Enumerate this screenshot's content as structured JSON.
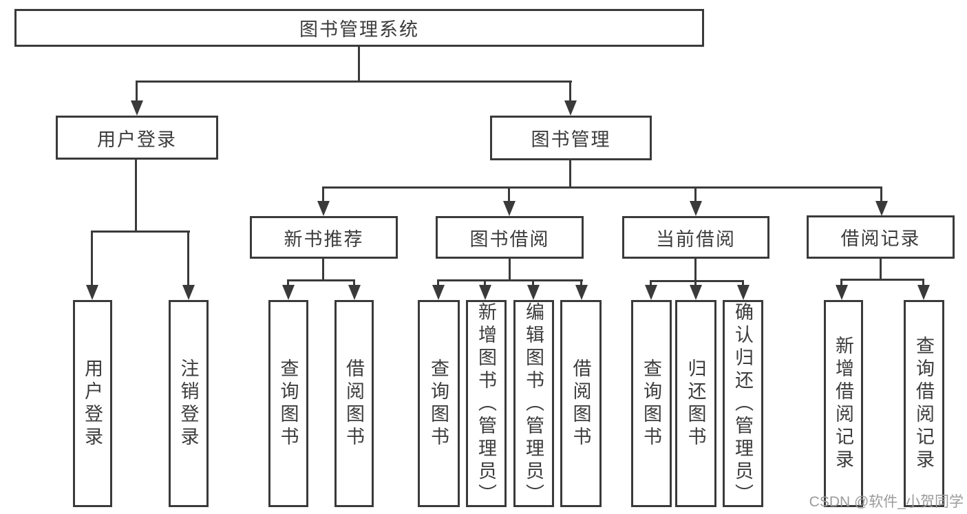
{
  "diagram": {
    "root": {
      "label": "图书管理系统"
    },
    "level2": [
      {
        "label": "用户登录"
      },
      {
        "label": "图书管理"
      }
    ],
    "level3": [
      {
        "label": "新书推荐"
      },
      {
        "label": "图书借阅"
      },
      {
        "label": "当前借阅"
      },
      {
        "label": "借阅记录"
      }
    ],
    "leaves": {
      "user_login": [
        {
          "label": "用户登录"
        },
        {
          "label": "注销登录"
        }
      ],
      "new_book_rec": [
        {
          "label": "查询图书"
        },
        {
          "label": "借阅图书"
        }
      ],
      "book_borrow": [
        {
          "label": "查询图书"
        },
        {
          "label": "新增图书（管理员）"
        },
        {
          "label": "编辑图书（管理员）"
        },
        {
          "label": "借阅图书"
        }
      ],
      "current_borrow": [
        {
          "label": "查询图书"
        },
        {
          "label": "归还图书"
        },
        {
          "label": "确认归还（管理员）"
        }
      ],
      "borrow_record": [
        {
          "label": "新增借阅记录"
        },
        {
          "label": "查询借阅记录"
        }
      ]
    }
  },
  "watermark": {
    "text": "CSDN @软件_小贺同学"
  },
  "colors": {
    "line": "#3a3a3a",
    "text": "#3c3c3c",
    "watermark": "#9b9b9b",
    "background": "#ffffff"
  }
}
